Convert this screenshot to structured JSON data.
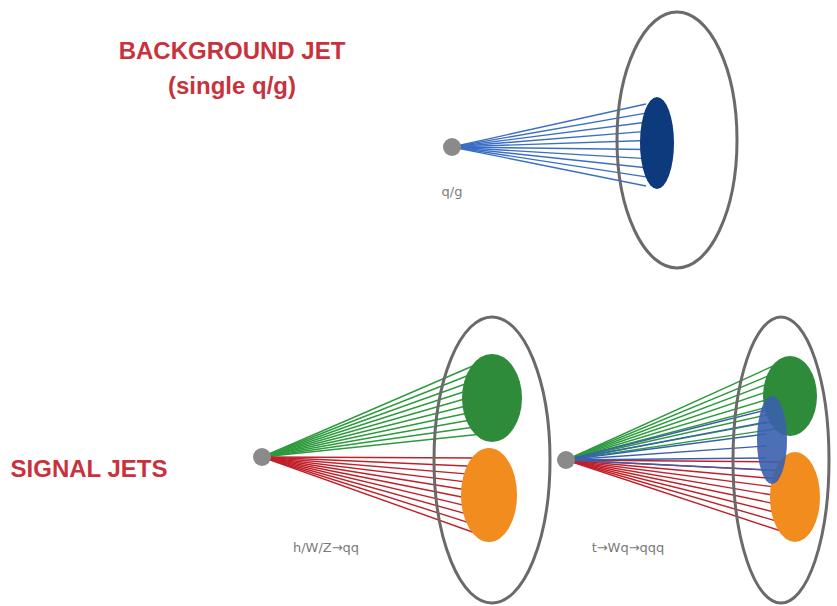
{
  "diagram": {
    "labels": [
      "BACKGROUND JET (single q/g)",
      "q/g",
      "SIGNAL JETS",
      "h/W/Z→qq",
      "t→Wq→qqq"
    ]
  }
}
